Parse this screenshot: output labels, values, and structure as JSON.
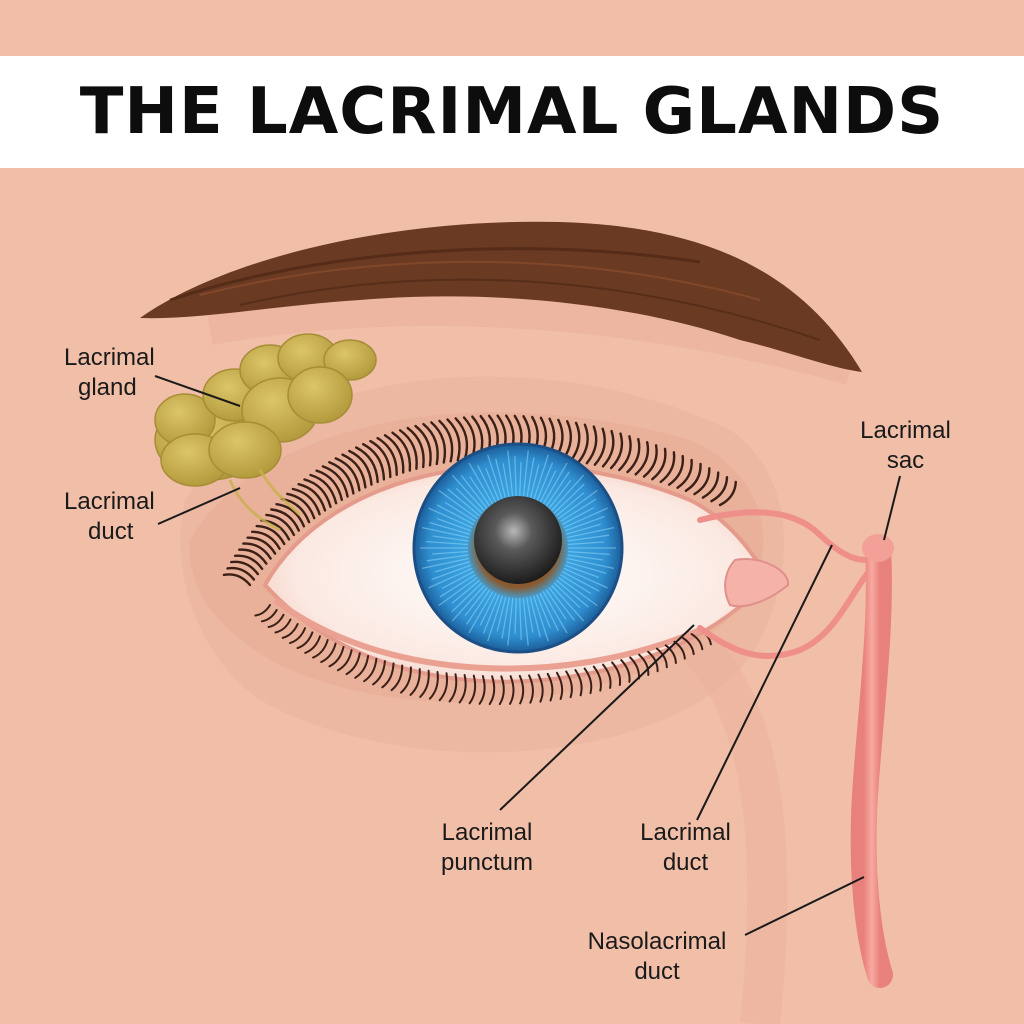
{
  "title": "THE LACRIMAL GLANDS",
  "labels": {
    "lacrimal_gland": [
      "Lacrimal",
      "gland"
    ],
    "lacrimal_duct_left": [
      "Lacrimal",
      "duct"
    ],
    "lacrimal_sac": [
      "Lacrimal",
      "sac"
    ],
    "lacrimal_punctum": [
      "Lacrimal",
      "punctum"
    ],
    "lacrimal_duct_bottom": [
      "Lacrimal",
      "duct"
    ],
    "nasolacrimal_duct": [
      "Nasolacrimal",
      "duct"
    ]
  },
  "colors": {
    "skin": "#f1bea8",
    "title_band": "#ffffff",
    "title_text": "#0d0d0d",
    "brow": "#6b3a22",
    "gland": "#c9b04f",
    "iris": "#2f8fd0",
    "pupil": "#3a3a3a",
    "duct": "#ef8f8a"
  }
}
